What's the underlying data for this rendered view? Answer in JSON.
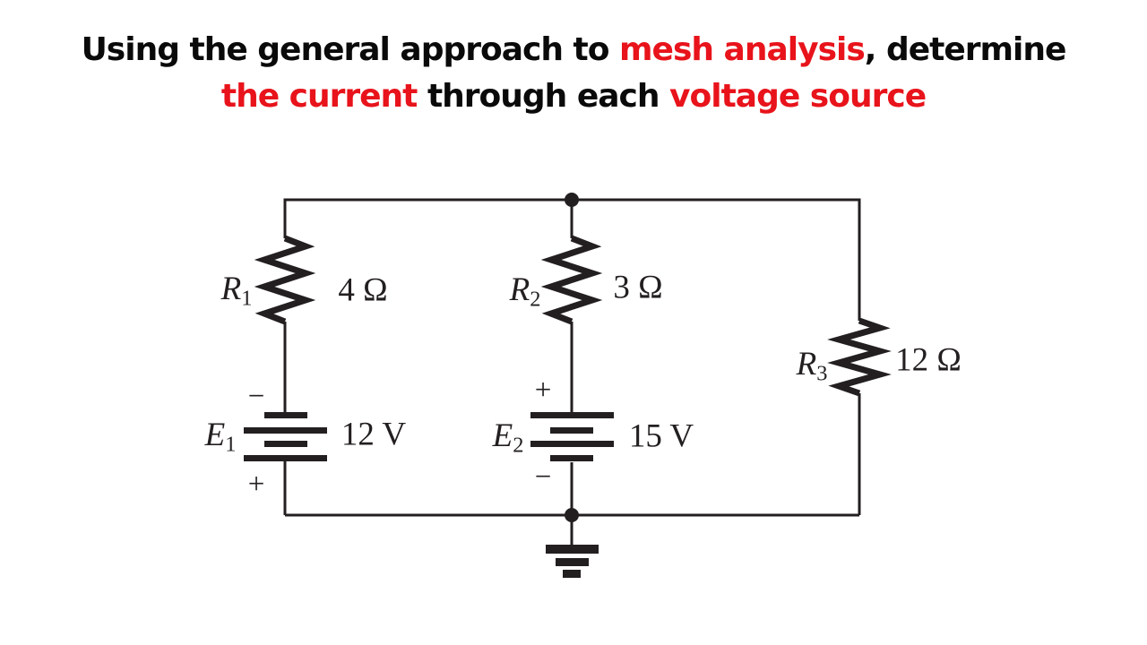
{
  "colors": {
    "ink": "#231f20",
    "accent_red": "#e8131b",
    "background": "#ffffff"
  },
  "title": {
    "line1": [
      {
        "text": "Using the general approach to ",
        "color": "black"
      },
      {
        "text": "mesh analysis",
        "color": "red"
      },
      {
        "text": ", determine",
        "color": "black"
      }
    ],
    "line2": [
      {
        "text": "the current",
        "color": "red"
      },
      {
        "text": " through each ",
        "color": "black"
      },
      {
        "text": "voltage source",
        "color": "red"
      }
    ]
  },
  "circuit": {
    "resistors": [
      {
        "name": "R",
        "sub": "1",
        "value": "4 Ω"
      },
      {
        "name": "R",
        "sub": "2",
        "value": "3 Ω"
      },
      {
        "name": "R",
        "sub": "3",
        "value": "12 Ω"
      }
    ],
    "sources": [
      {
        "name": "E",
        "sub": "1",
        "value": "12 V",
        "top_polarity": "−",
        "bottom_polarity": "+"
      },
      {
        "name": "E",
        "sub": "2",
        "value": "15 V",
        "top_polarity": "+",
        "bottom_polarity": "−"
      }
    ]
  }
}
